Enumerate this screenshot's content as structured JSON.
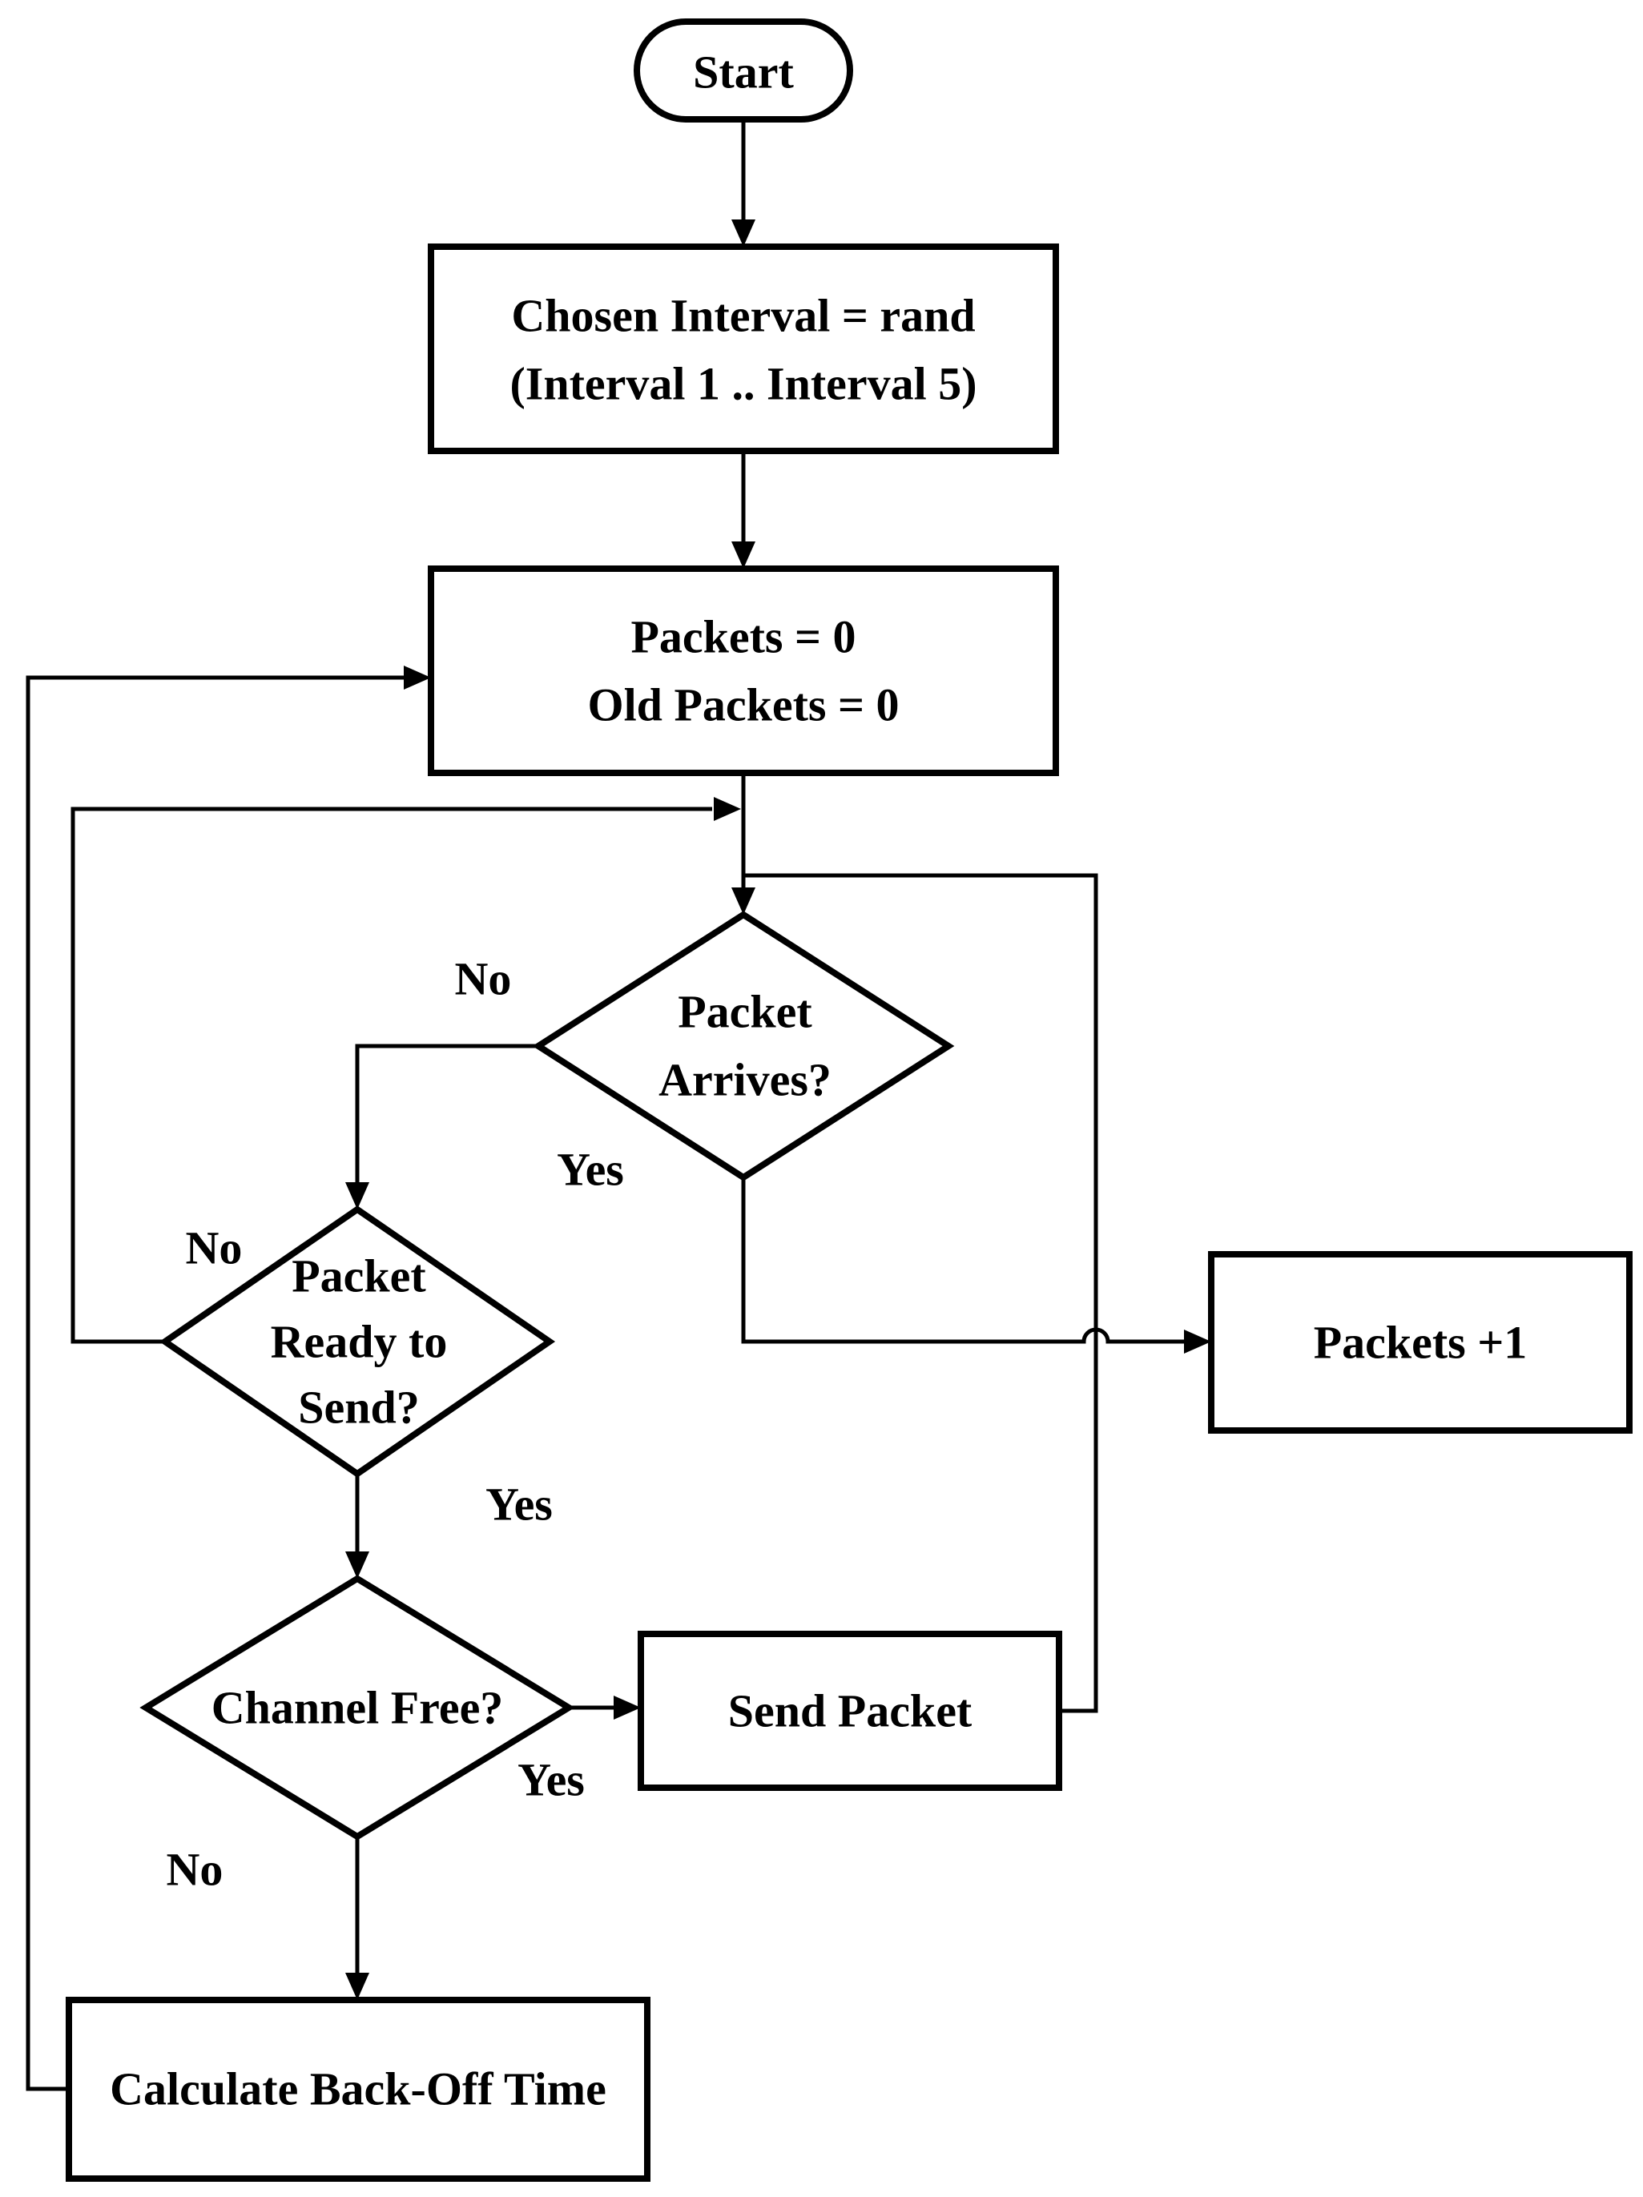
{
  "page": {
    "background_color": "#ffffff",
    "stroke_color": "#000000"
  },
  "diagram": {
    "type": "flowchart",
    "nodes": {
      "start": {
        "shape": "terminator",
        "label": "Start"
      },
      "chosen_interval": {
        "shape": "process",
        "lines": [
          "Chosen Interval = rand",
          "(Interval 1 .. Interval 5)"
        ]
      },
      "init_packets": {
        "shape": "process",
        "lines": [
          "Packets = 0",
          "Old Packets = 0"
        ]
      },
      "packet_arrives": {
        "shape": "decision",
        "lines": [
          "Packet",
          "Arrives?"
        ]
      },
      "packet_ready": {
        "shape": "decision",
        "lines": [
          "Packet",
          "Ready to",
          "Send?"
        ]
      },
      "channel_free": {
        "shape": "decision",
        "label": "Channel Free?"
      },
      "packets_plus_one": {
        "shape": "process",
        "label": "Packets +1"
      },
      "send_packet": {
        "shape": "process",
        "label": "Send Packet"
      },
      "calculate_backoff": {
        "shape": "process",
        "label": "Calculate Back-Off Time"
      }
    },
    "edge_labels": {
      "packet_arrives_no": "No",
      "packet_arrives_yes": "Yes",
      "packet_ready_no": "No",
      "packet_ready_yes": "Yes",
      "channel_free_yes": "Yes",
      "channel_free_no": "No"
    }
  }
}
